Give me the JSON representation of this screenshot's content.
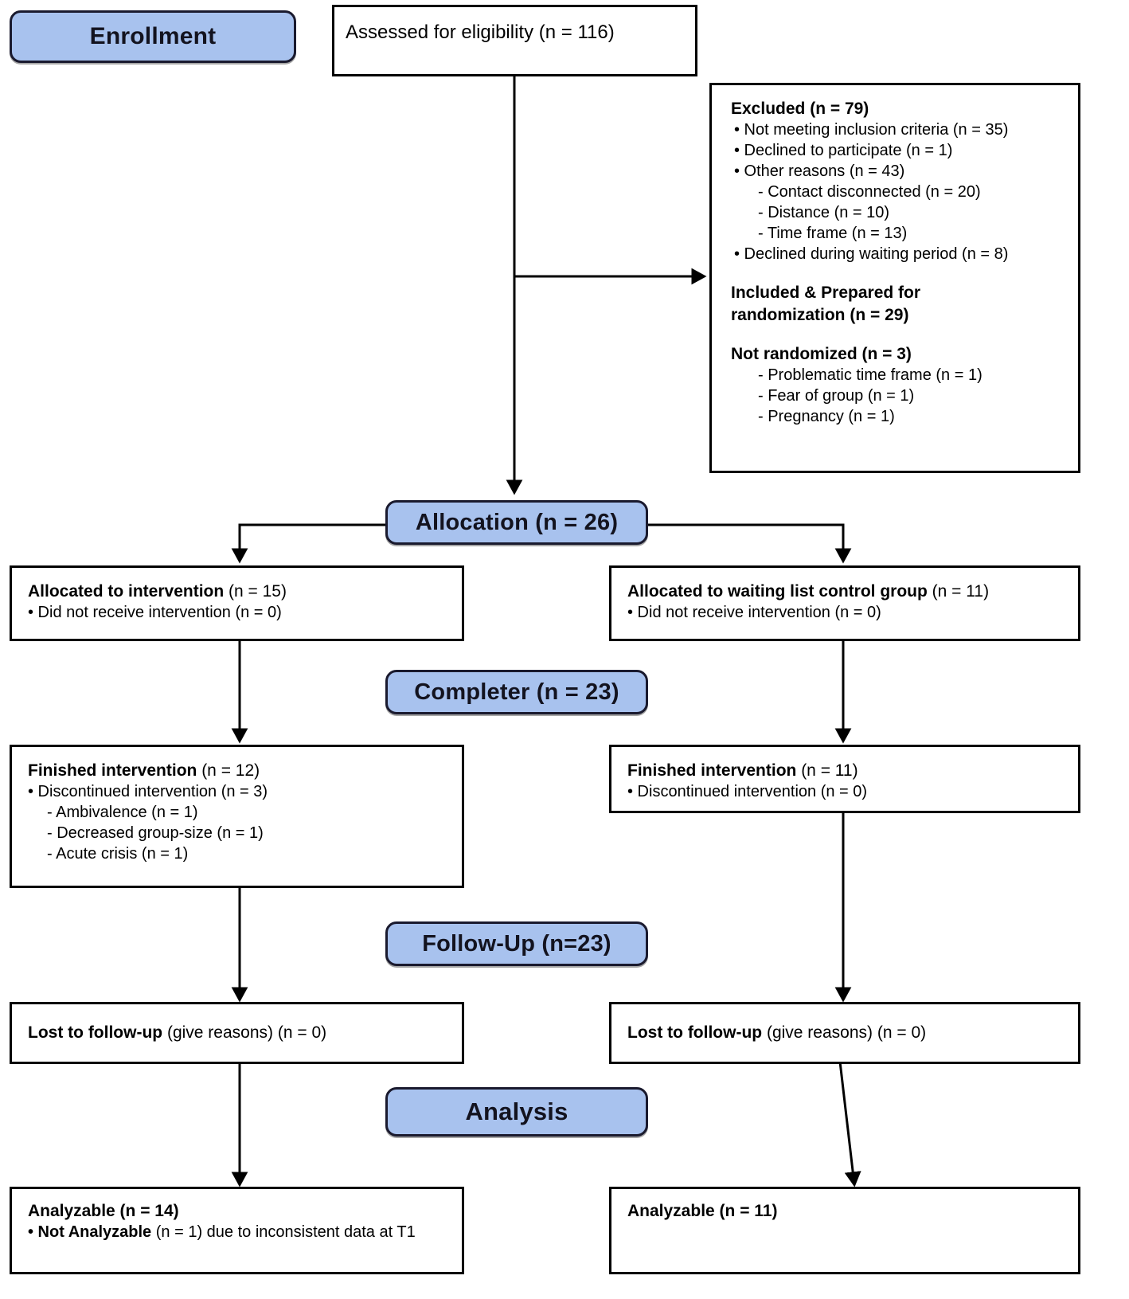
{
  "diagram": {
    "title": "CONSORT participant flow diagram",
    "colors": {
      "banner_fill": "#a8c2ee",
      "banner_border": "#1a1a2e",
      "box_border": "#000000",
      "text": "#000000",
      "background": "#ffffff"
    }
  },
  "banners": {
    "enrollment": "Enrollment",
    "allocation": "Allocation  (n = 26)",
    "completer": "Completer  (n = 23)",
    "followup": "Follow-Up   (n=23)",
    "analysis": "Analysis"
  },
  "boxes": {
    "assessed": {
      "line1": "Assessed for eligibility (n = 116)"
    },
    "excluded": {
      "heading": "Excluded  (n = 79)",
      "bullets": [
        "• Not meeting inclusion criteria (n = 35)",
        "• Declined to participate (n = 1)",
        "• Other reasons (n = 43)"
      ],
      "subreasons": [
        "- Contact disconnected (n = 20)",
        "- Distance (n = 10)",
        "- Time frame (n = 13)"
      ],
      "bullet_last": "• Declined during waiting period (n = 8)",
      "included_heading_line1": "Included & Prepared for",
      "included_heading_line2": "randomization (n = 29)",
      "not_randomized_heading": "Not randomized (n = 3)",
      "not_randomized_reasons": [
        "- Problematic time frame (n = 1)",
        "- Fear of group (n = 1)",
        "- Pregnancy (n = 1)"
      ]
    },
    "allocated_left": {
      "heading": "Allocated to intervention",
      "heading_n": " (n = 15)",
      "bullet1": "• Did not receive intervention (n = 0)"
    },
    "allocated_right": {
      "heading": "Allocated to waiting list control group",
      "heading_n": " (n = 11)",
      "bullet1": "• Did not receive intervention (n = 0)"
    },
    "finished_left": {
      "heading": "Finished intervention",
      "heading_n": " (n = 12)",
      "bullet1": "• Discontinued intervention (n = 3)",
      "reasons": [
        "- Ambivalence (n = 1)",
        "- Decreased group-size (n = 1)",
        "- Acute crisis (n = 1)"
      ]
    },
    "finished_right": {
      "heading": "Finished intervention",
      "heading_n": " (n = 11)",
      "bullet1": "• Discontinued intervention (n = 0)"
    },
    "lost_left": {
      "heading": "Lost to follow-up",
      "rest": " (give reasons) (n = 0)"
    },
    "lost_right": {
      "heading": "Lost to follow-up",
      "rest": " (give reasons) (n = 0)"
    },
    "analyzable_left": {
      "heading": "Analyzable (n = 14)",
      "bullet1_bold": "• Not Analyzable",
      "bullet1_rest": " (n = 1) due to inconsistent data at T1"
    },
    "analyzable_right": {
      "heading": "Analyzable (n = 11)"
    }
  }
}
